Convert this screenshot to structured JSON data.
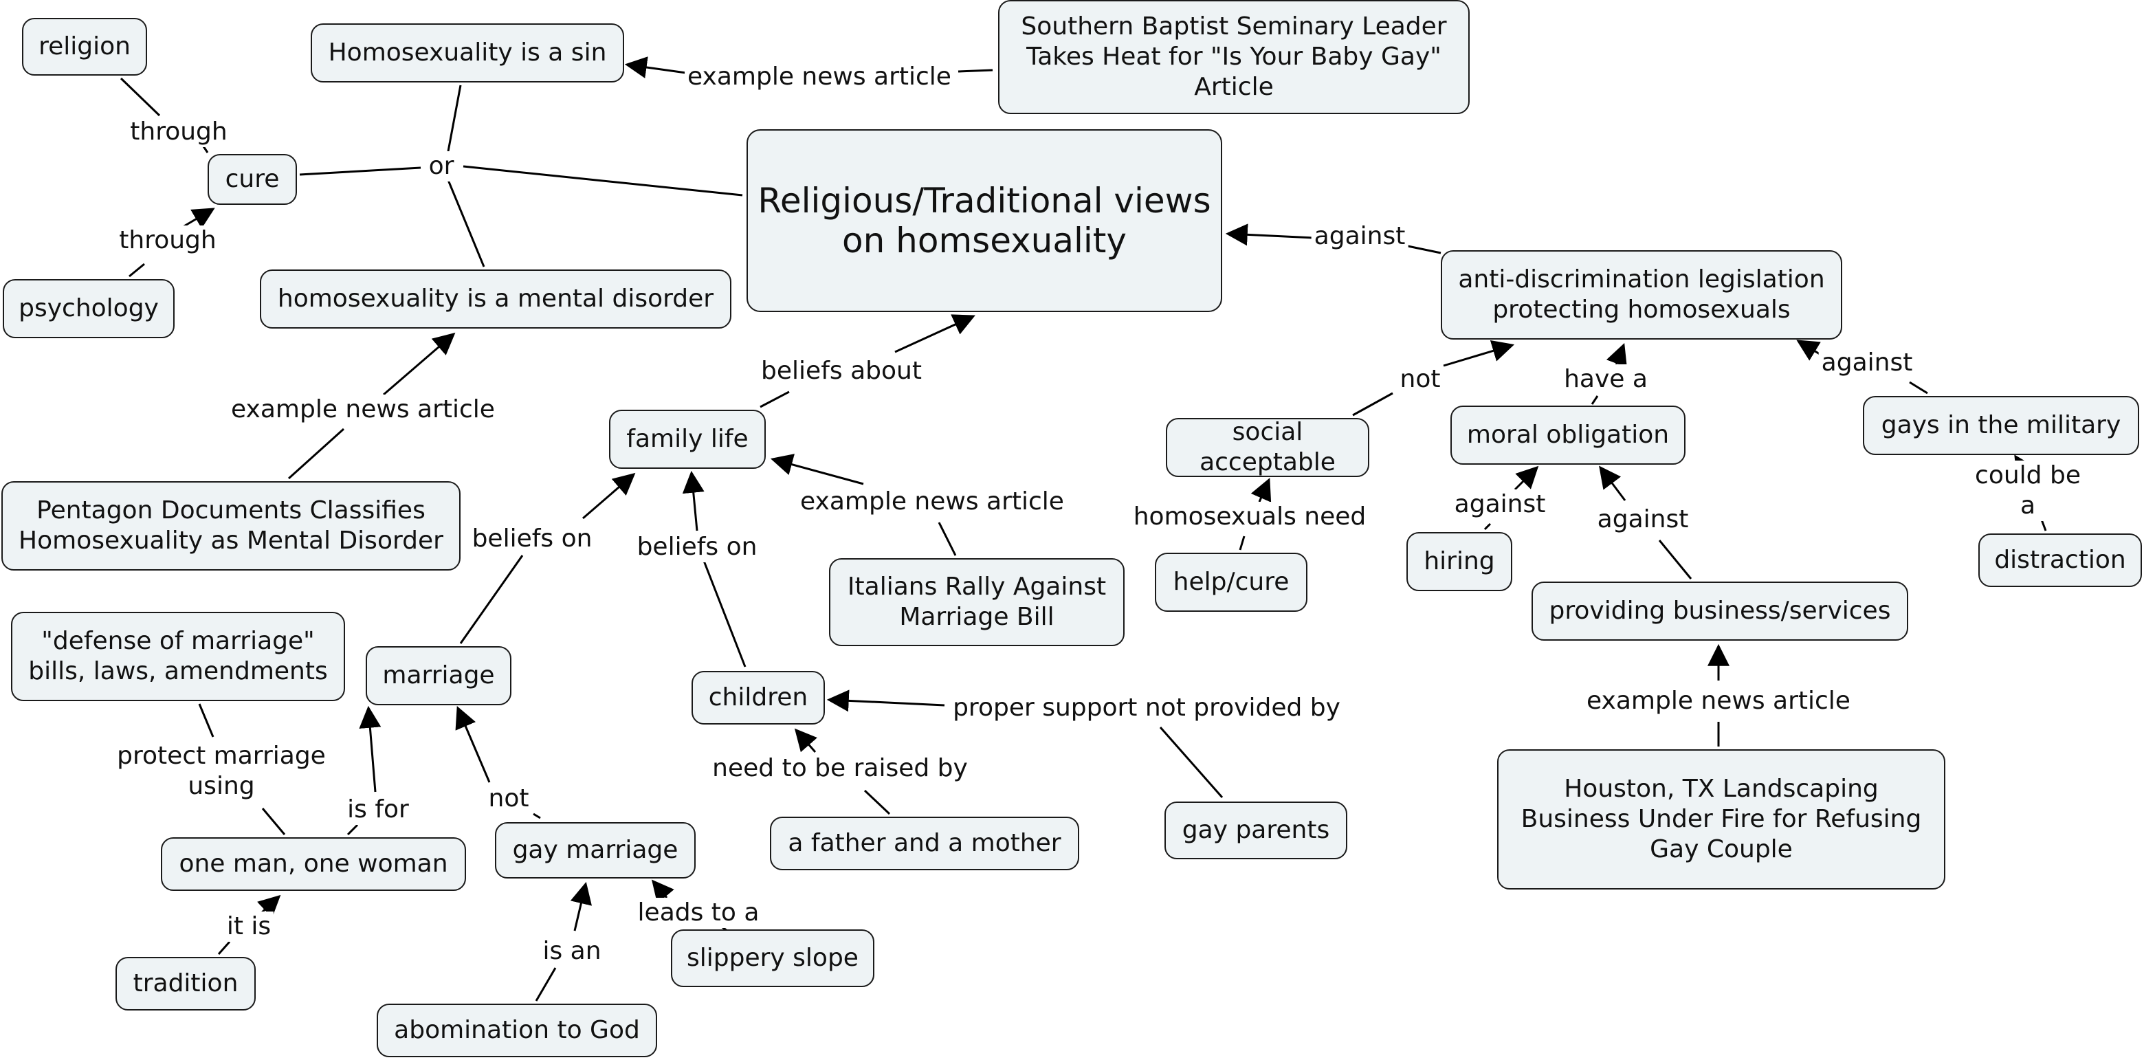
{
  "nodes": {
    "religion": "religion",
    "homosexuality_sin": "Homosexuality is a sin",
    "southern_baptist": "Southern Baptist Seminary Leader\nTakes Heat for \"Is Your Baby Gay\"\nArticle",
    "cure": "cure",
    "religious_views": "Religious/Traditional views\non homsexuality",
    "psychology": "psychology",
    "mental_disorder": "homosexuality is a mental disorder",
    "anti_discrimination": "anti-discrimination legislation\nprotecting homosexuals",
    "family_life": "family life",
    "social_acceptable": "social acceptable",
    "moral_obligation": "moral obligation",
    "gays_military": "gays in the military",
    "pentagon": "Pentagon Documents Classifies\nHomosexuality as Mental Disorder",
    "italians": "Italians Rally Against\nMarriage Bill",
    "help_cure": "help/cure",
    "hiring": "hiring",
    "distraction": "distraction",
    "providing_business": "providing business/services",
    "defense_marriage": "\"defense of marriage\"\nbills, laws, amendments",
    "marriage": "marriage",
    "children": "children",
    "houston": "Houston, TX Landscaping\nBusiness Under Fire for Refusing\nGay Couple",
    "father_mother": "a father and a mother",
    "gay_parents": "gay parents",
    "one_man_woman": "one man, one woman",
    "gay_marriage": "gay marriage",
    "tradition": "tradition",
    "slippery_slope": "slippery slope",
    "abomination": "abomination to God"
  },
  "links": {
    "through_religion": "through",
    "through_psychology": "through",
    "or": "or",
    "example_news_baptist": "example news article",
    "against_legislation": "against",
    "example_news_pentagon": "example news article",
    "beliefs_about": "beliefs about",
    "not_social": "not",
    "have_a": "have a",
    "against_military": "against",
    "example_news_italians": "example news article",
    "beliefs_on_marriage": "beliefs on",
    "beliefs_on_children": "beliefs on",
    "homosexuals_need": "homosexuals need",
    "against_hiring": "against",
    "against_business": "against",
    "could_be_a": "could be a",
    "example_news_houston": "example news article",
    "protect_marriage_using": "protect marriage\nusing",
    "is_for": "is for",
    "not_gay_marriage": "not",
    "proper_support": "proper support not provided by",
    "need_to_be_raised_by": "need to be raised by",
    "it_is": "it is",
    "leads_to_a": "leads to a",
    "is_an": "is an"
  }
}
